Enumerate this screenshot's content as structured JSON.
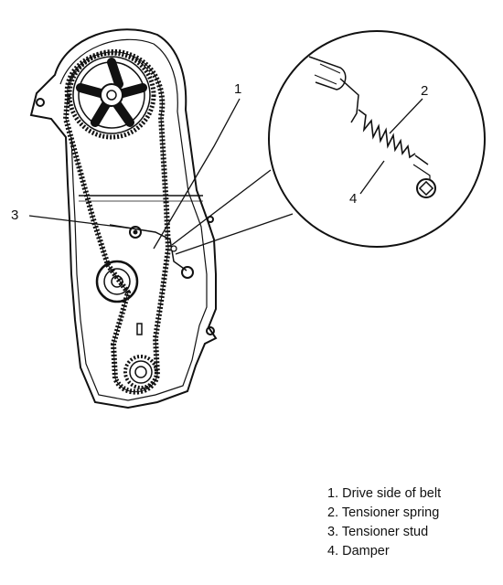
{
  "callouts": {
    "c1": "1",
    "c2": "2",
    "c3": "3",
    "c4": "4"
  },
  "legend": [
    {
      "label": "1. Drive side of belt"
    },
    {
      "label": "2. Tensioner spring"
    },
    {
      "label": "3. Tensioner stud"
    },
    {
      "label": "4. Damper"
    }
  ],
  "colors": {
    "ink": "#111111",
    "background": "#ffffff"
  },
  "icons": {
    "tensioner-spring": "coil-spring",
    "damper": "square-bolt"
  }
}
